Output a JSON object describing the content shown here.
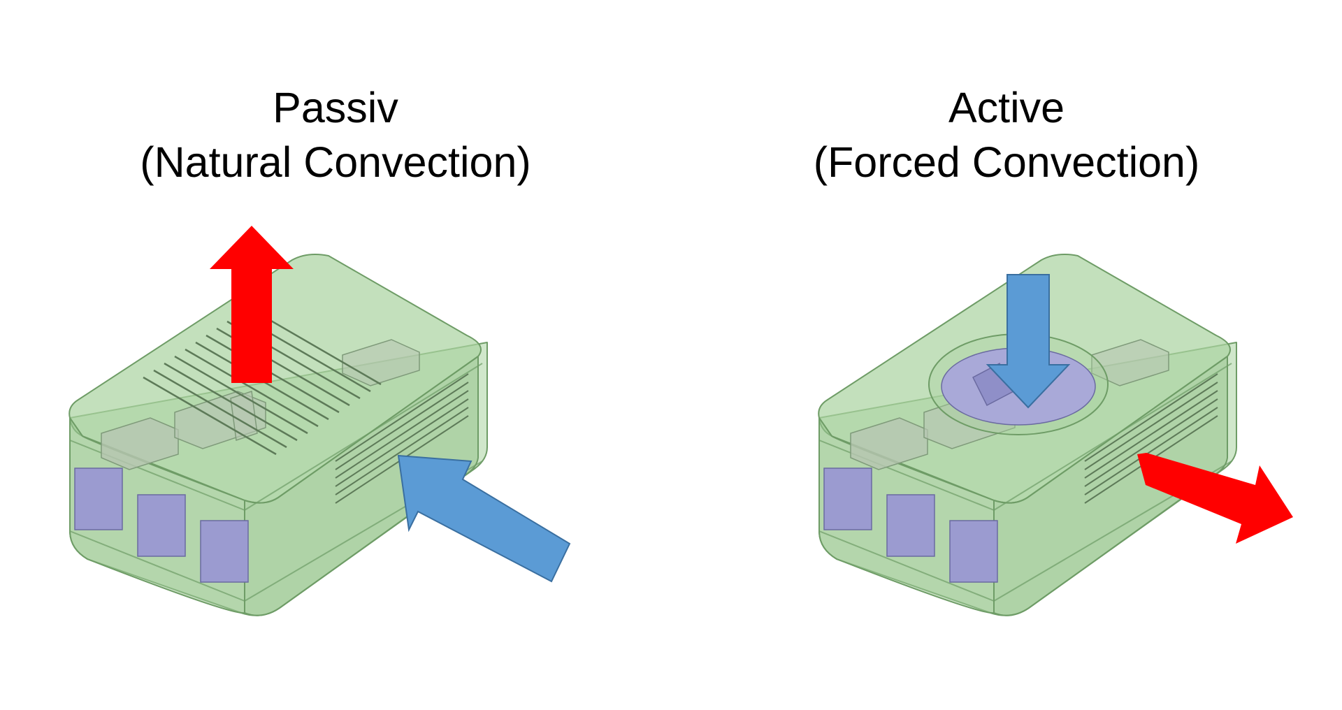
{
  "panels": [
    {
      "title": "Passiv",
      "subtitle": "(Natural Convection)",
      "inflow_arrow": {
        "role": "cool-air-in",
        "color": "#5b9bd5"
      },
      "outflow_arrow": {
        "role": "warm-air-out",
        "color": "#ff0000"
      }
    },
    {
      "title": "Active",
      "subtitle": "(Forced Convection)",
      "inflow_arrow": {
        "role": "cool-air-in",
        "color": "#5b9bd5"
      },
      "outflow_arrow": {
        "role": "warm-air-out",
        "color": "#ff0000"
      }
    }
  ],
  "colors": {
    "case_fill": "#a9d3a0",
    "case_edge": "#6e9c66",
    "port_fill": "#9b9bd0",
    "component_fill": "#b7c6b2"
  }
}
